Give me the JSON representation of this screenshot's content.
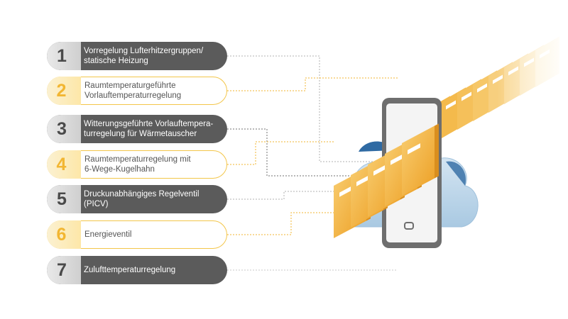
{
  "diagram": {
    "items": [
      {
        "number": "1",
        "label": "Vorregelung Lufterhitzergruppen/\nstatische Heizung",
        "style": "dark"
      },
      {
        "number": "2",
        "label": "Raumtemperaturgeführte\nVorlauftemperaturregelung",
        "style": "light"
      },
      {
        "number": "3",
        "label": "Witterungsgeführte Vorlauftempera-\nturregelung für Wärmetauscher",
        "style": "dark"
      },
      {
        "number": "4",
        "label": "Raumtemperaturregelung mit\n6-Wege-Kugelhahn",
        "style": "light"
      },
      {
        "number": "5",
        "label": "Druckunabhängiges Regelventil\n(PICV)",
        "style": "dark"
      },
      {
        "number": "6",
        "label": "Energieventil",
        "style": "light"
      },
      {
        "number": "7",
        "label": "Zulufttemperaturregelung",
        "style": "dark"
      }
    ],
    "colors": {
      "dark_pill": "#5b5b5b",
      "accent_yellow": "#f2b632",
      "folder_orange": "#f5b547",
      "cloud_blue": "#bfd8ea",
      "phone_frame": "#6e6e6e"
    },
    "icons": [
      "cloud-icon",
      "smartphone-icon",
      "folder-icon"
    ]
  }
}
